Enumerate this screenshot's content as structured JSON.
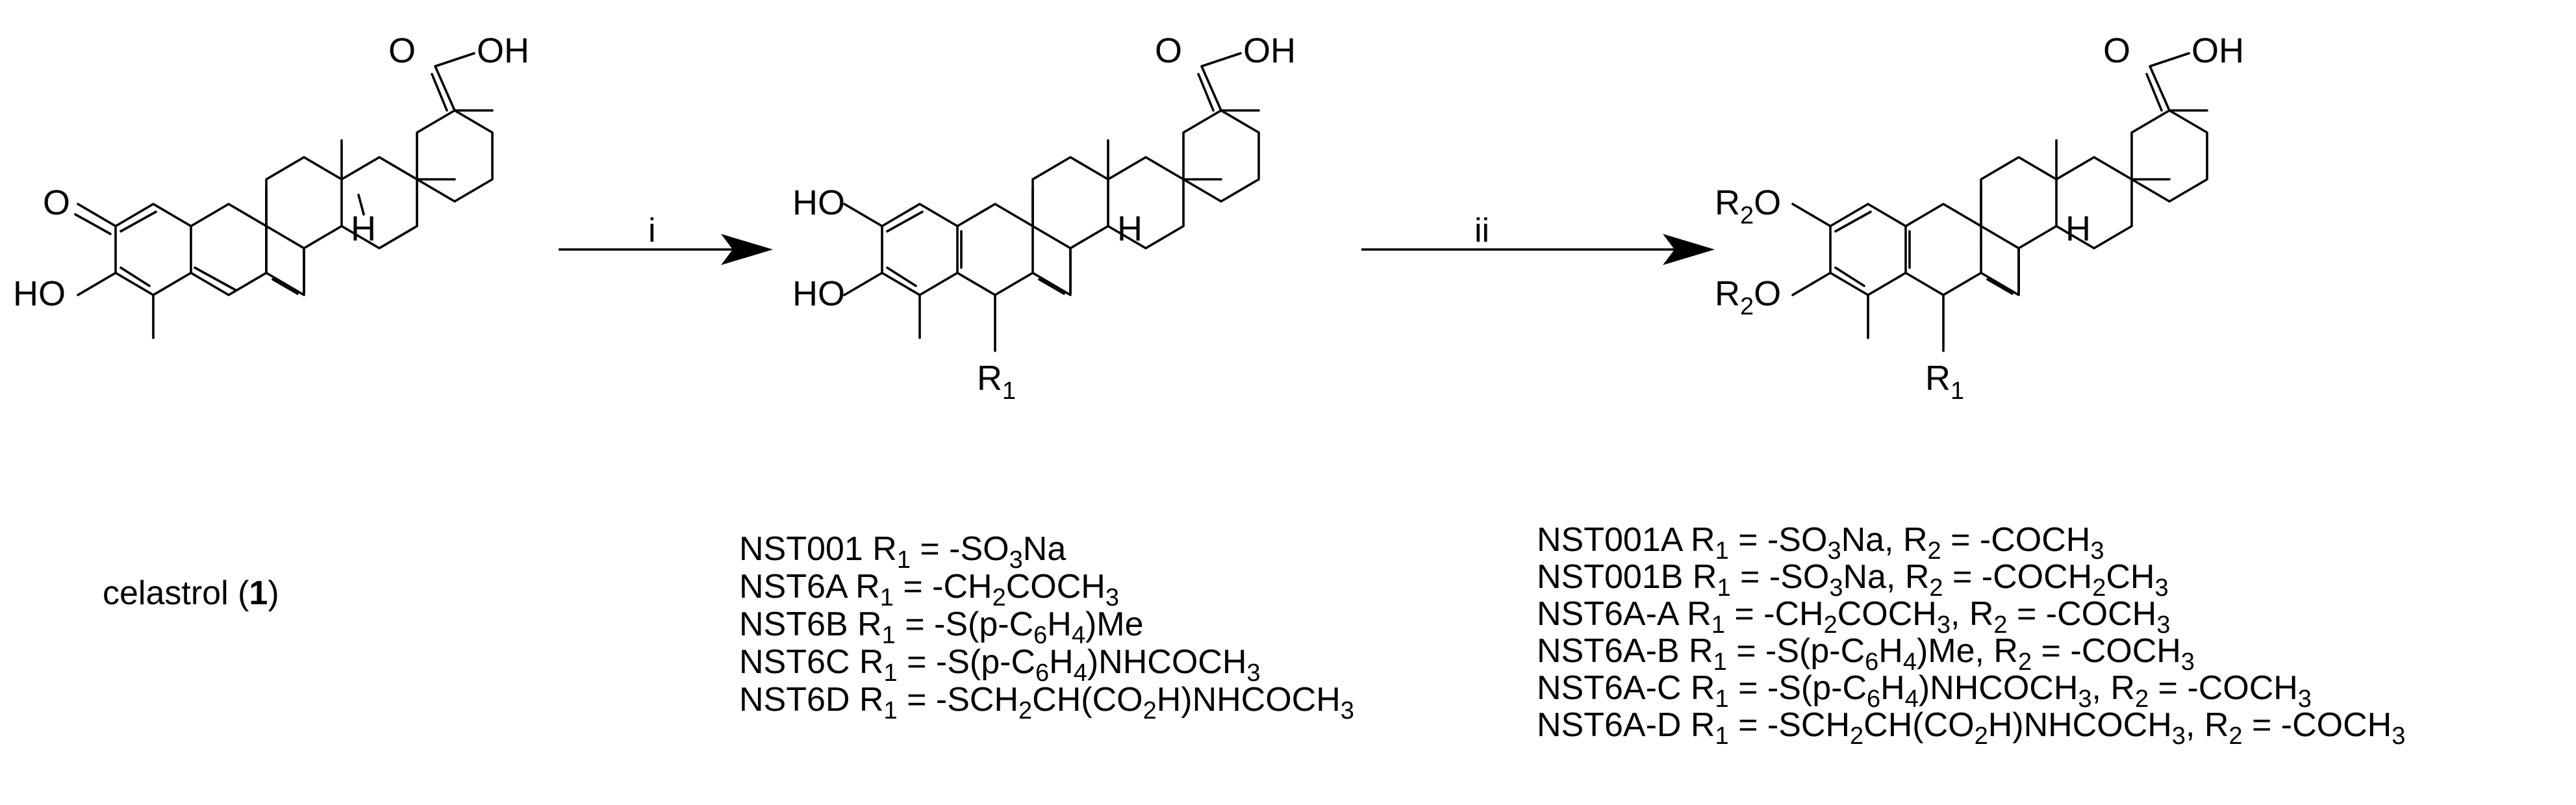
{
  "compound_caption": {
    "name": "celastrol (",
    "number": "1",
    "close": ")"
  },
  "atom_labels": {
    "oh_suffix": "OH",
    "o": "O",
    "ho": "HO",
    "h": "H",
    "r1_base": "R",
    "r1_index": "1",
    "r2_base": "R",
    "r2_index": "2"
  },
  "steps": [
    {
      "label": "i"
    },
    {
      "label": "ii"
    }
  ],
  "series_1": [
    [
      [
        "NST001 R",
        ""
      ],
      [
        "1",
        "sub"
      ],
      [
        " = -SO",
        ""
      ],
      [
        "3",
        "sub"
      ],
      [
        "Na",
        ""
      ]
    ],
    [
      [
        "NST6A  R",
        ""
      ],
      [
        "1",
        "sub"
      ],
      [
        " = -CH",
        ""
      ],
      [
        "2",
        "sub"
      ],
      [
        "COCH",
        ""
      ],
      [
        "3",
        "sub"
      ]
    ],
    [
      [
        "NST6B  R",
        ""
      ],
      [
        "1",
        "sub"
      ],
      [
        " = -S(p-C",
        ""
      ],
      [
        "6",
        "sub"
      ],
      [
        "H",
        ""
      ],
      [
        "4",
        "sub"
      ],
      [
        ")Me",
        ""
      ]
    ],
    [
      [
        "NST6C  R",
        ""
      ],
      [
        "1",
        "sub"
      ],
      [
        " = -S(p-C",
        ""
      ],
      [
        "6",
        "sub"
      ],
      [
        "H",
        ""
      ],
      [
        "4",
        "sub"
      ],
      [
        ")NHCOCH",
        ""
      ],
      [
        "3",
        "sub"
      ]
    ],
    [
      [
        "NST6D  R",
        ""
      ],
      [
        "1",
        "sub"
      ],
      [
        " = -SCH",
        ""
      ],
      [
        "2",
        "sub"
      ],
      [
        "CH(CO",
        ""
      ],
      [
        "2",
        "sub"
      ],
      [
        "H)NHCOCH",
        ""
      ],
      [
        "3",
        "sub"
      ]
    ]
  ],
  "series_2": [
    [
      [
        "NST001A   R",
        ""
      ],
      [
        "1",
        "sub"
      ],
      [
        " = -SO",
        ""
      ],
      [
        "3",
        "sub"
      ],
      [
        "Na, R",
        ""
      ],
      [
        "2",
        "sub"
      ],
      [
        " = -COCH",
        ""
      ],
      [
        "3",
        "sub"
      ]
    ],
    [
      [
        "NST001B   R",
        ""
      ],
      [
        "1",
        "sub"
      ],
      [
        " = -SO",
        ""
      ],
      [
        "3",
        "sub"
      ],
      [
        "Na, R",
        ""
      ],
      [
        "2",
        "sub"
      ],
      [
        " = -COCH",
        ""
      ],
      [
        "2",
        "sub"
      ],
      [
        "CH",
        ""
      ],
      [
        "3",
        "sub"
      ]
    ],
    [
      [
        "NST6A-A   R",
        ""
      ],
      [
        "1",
        "sub"
      ],
      [
        " = -CH",
        ""
      ],
      [
        "2",
        "sub"
      ],
      [
        "COCH",
        ""
      ],
      [
        "3",
        "sub"
      ],
      [
        ", R",
        ""
      ],
      [
        "2",
        "sub"
      ],
      [
        " = -COCH",
        ""
      ],
      [
        "3",
        "sub"
      ]
    ],
    [
      [
        "NST6A-B   R",
        ""
      ],
      [
        "1",
        "sub"
      ],
      [
        " = -S(p-C",
        ""
      ],
      [
        "6",
        "sub"
      ],
      [
        "H",
        ""
      ],
      [
        "4",
        "sub"
      ],
      [
        ")Me, R",
        ""
      ],
      [
        "2",
        "sub"
      ],
      [
        " = -COCH",
        ""
      ],
      [
        "3",
        "sub"
      ]
    ],
    [
      [
        "NST6A-C   R",
        ""
      ],
      [
        "1",
        "sub"
      ],
      [
        " = -S(p-C",
        ""
      ],
      [
        "6",
        "sub"
      ],
      [
        "H",
        ""
      ],
      [
        "4",
        "sub"
      ],
      [
        ")NHCOCH",
        ""
      ],
      [
        "3",
        "sub"
      ],
      [
        ", R",
        ""
      ],
      [
        "2",
        "sub"
      ],
      [
        " = -COCH",
        ""
      ],
      [
        "3",
        "sub"
      ]
    ],
    [
      [
        "NST6A-D   R",
        ""
      ],
      [
        "1",
        "sub"
      ],
      [
        " = -SCH",
        ""
      ],
      [
        "2",
        "sub"
      ],
      [
        "CH(CO",
        ""
      ],
      [
        "2",
        "sub"
      ],
      [
        "H)NHCOCH",
        ""
      ],
      [
        "3",
        "sub"
      ],
      [
        ", R",
        ""
      ],
      [
        "2",
        "sub"
      ],
      [
        " = -COCH",
        ""
      ],
      [
        "3",
        "sub"
      ]
    ]
  ]
}
